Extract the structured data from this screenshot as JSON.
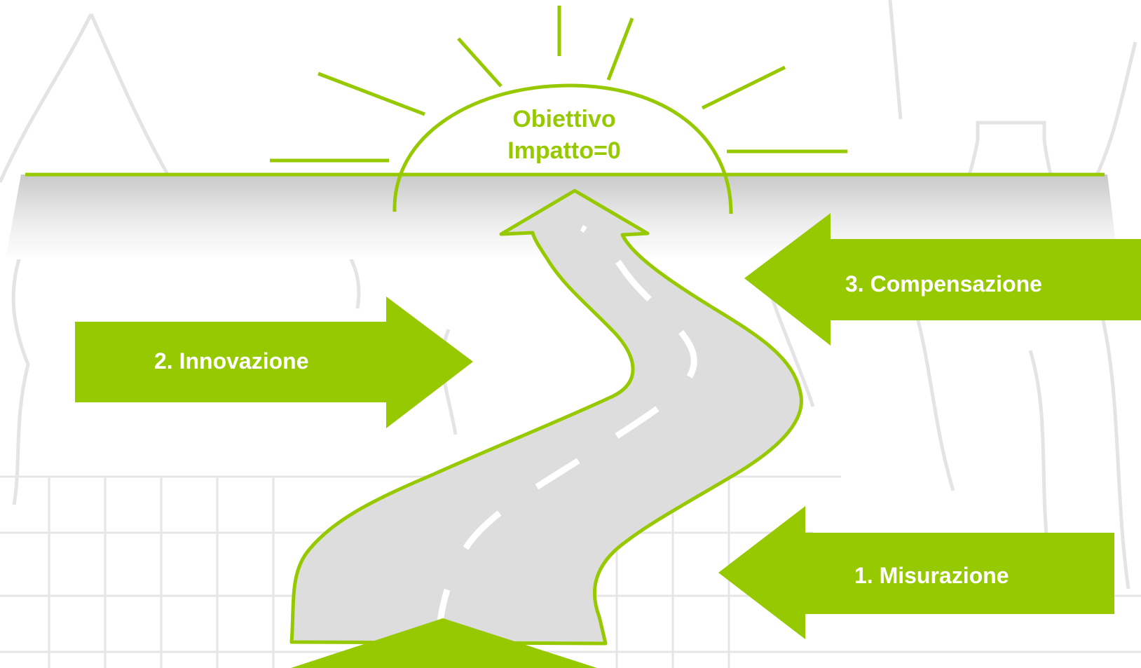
{
  "goal": {
    "line1": "Obiettivo",
    "line2": "Impatto=0"
  },
  "steps": {
    "step1": "1. Misurazione",
    "step2": "2. Innovazione",
    "step3": "3. Compensazione"
  },
  "colors": {
    "accent_green": "#97c900",
    "road_grey": "#dcdcdc",
    "background_sketch": "#e6e6e6",
    "text_white": "#ffffff"
  },
  "icons": [
    "sun-rays",
    "winding-road",
    "arrow-right",
    "arrow-left",
    "arrow-up"
  ]
}
